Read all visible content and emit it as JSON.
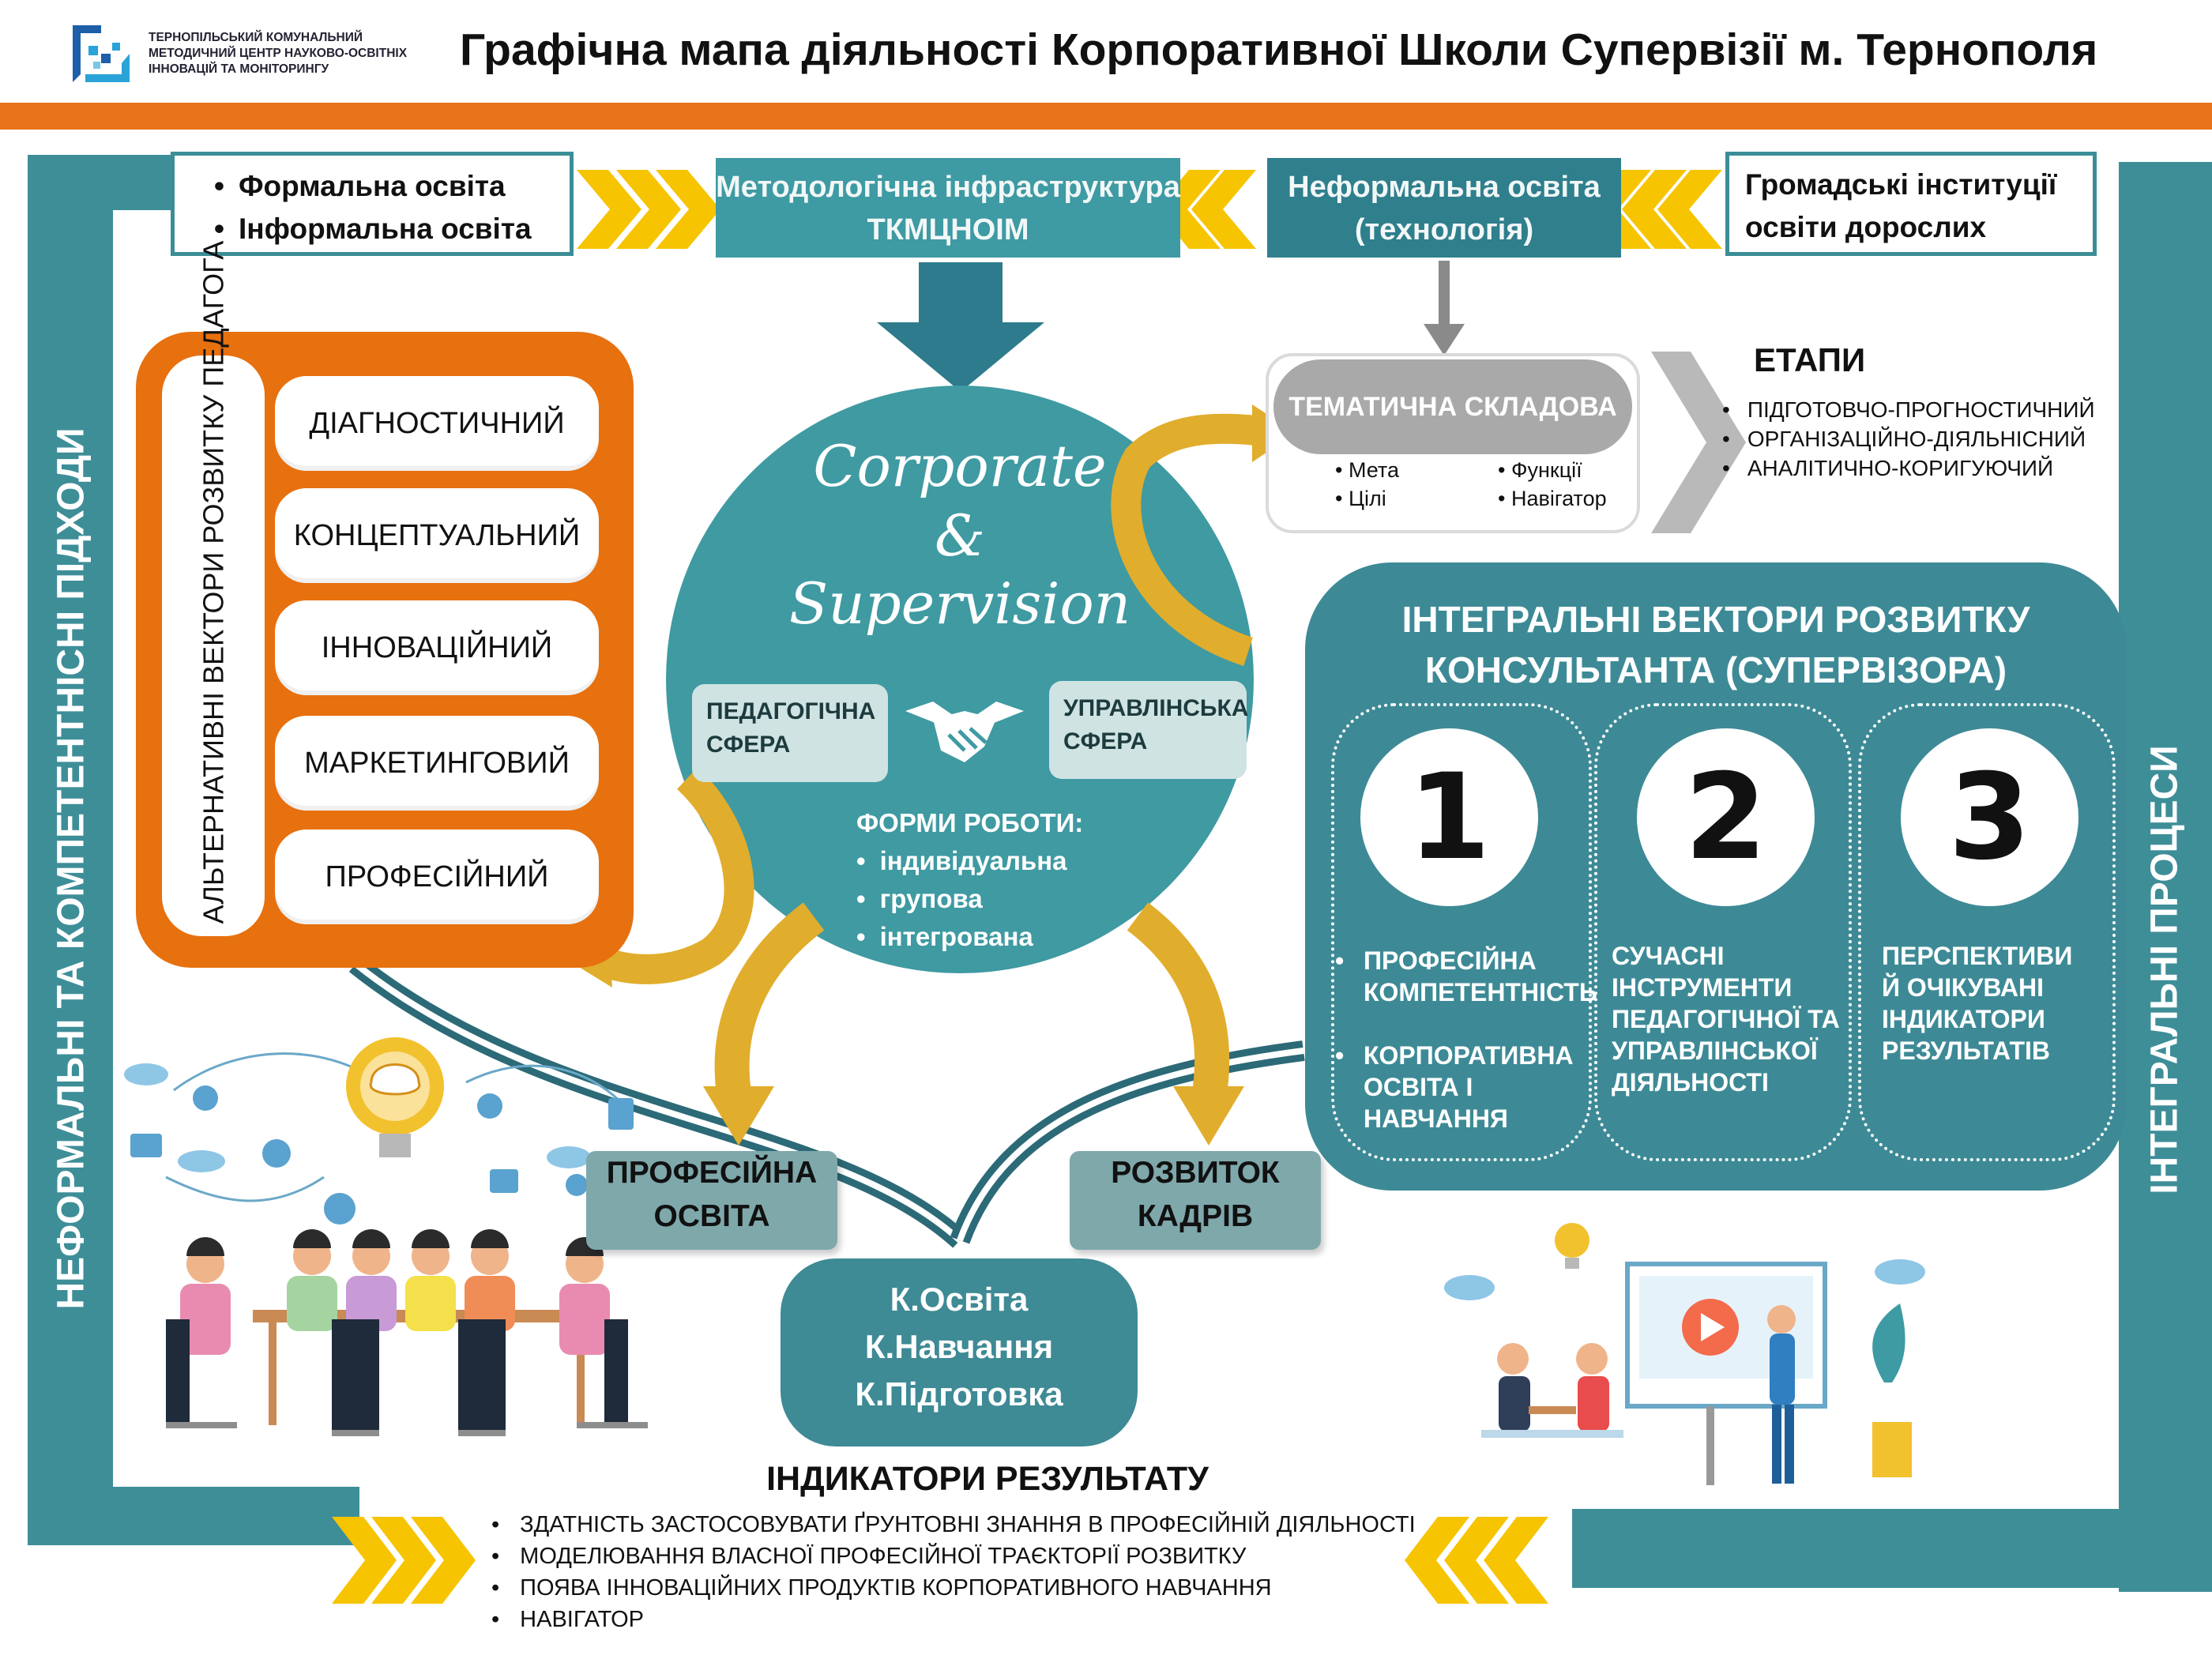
{
  "header": {
    "logo_lines": [
      "ТЕРНОПІЛЬСЬКИЙ КОМУНАЛЬНИЙ",
      "МЕТОДИЧНИЙ ЦЕНТР НАУКОВО-ОСВІТНІХ",
      "ІННОВАЦІЙ ТА МОНІТОРИНГУ"
    ],
    "title": "Графічна мапа діяльності Корпоративної Школи Супервізії м. Тернополя"
  },
  "top": {
    "education_types": [
      "Формальна освіта",
      "Інформальна освіта"
    ],
    "methodological": "Методологічна інфраструктура ТКМЦНОІМ",
    "nonformal": "Неформальна освіта (технологія)",
    "public_institutions": "Громадські інституції освіти дорослих"
  },
  "side_labels": {
    "left": "НЕФОРМАЛЬНІ ТА КОМПЕТЕНТНІСНІ ПІДХОДИ",
    "right": "ІНТЕГРАЛЬНІ ПРОЦЕСИ"
  },
  "alt_vectors": {
    "label": "Альтернативні вектори розвитку педагога",
    "items": [
      "Діагностичний",
      "Концептуальний",
      "Інноваційний",
      "Маркетинговий",
      "Професійний"
    ]
  },
  "center": {
    "title_line1": "Corporate",
    "title_line2": "&",
    "title_line3": "Supervision",
    "sphere_left": "ПЕДАГОГІЧНА СФЕРА",
    "sphere_right": "УПРАВЛІНСЬКА СФЕРА",
    "forms_title": "ФОРМИ РОБОТИ:",
    "forms": [
      "індивідуальна",
      "групова",
      "інтегрована"
    ]
  },
  "thematic": {
    "title": "Тематична складова",
    "bullets": [
      "Мета",
      "Функції",
      "Цілі",
      "Навігатор"
    ]
  },
  "stages": {
    "title": "Етапи",
    "items": [
      "Підготовчо-прогностичний",
      "Організаційно-діяльнісний",
      "Аналітично-коригуючий"
    ]
  },
  "integral": {
    "title_line1": "ІНТЕГРАЛЬНІ  ВЕКТОРИ РОЗВИТКУ",
    "title_line2": "КОНСУЛЬТАНТА  (СУПЕРВІЗОРА)",
    "columns": [
      {
        "number": "1",
        "items": [
          "ПРОФЕСІЙНА КОМПЕТЕНТНІСТЬ",
          "КОРПОРАТИВНА ОСВІТА І НАВЧАННЯ"
        ]
      },
      {
        "number": "2",
        "text": "СУЧАСНІ ІНСТРУМЕНТИ ПЕДАГОГІЧНОЇ ТА УПРАВЛІНСЬКОЇ ДІЯЛЬНОСТІ"
      },
      {
        "number": "3",
        "text": "ПЕРСПЕКТИВИ Й ОЧІКУВАНІ ІНДИКАТОРИ РЕЗУЛЬТАТІВ"
      }
    ]
  },
  "bottom": {
    "prof_education": "ПРОФЕСІЙНА ОСВІТА",
    "staff_development": "РОЗВИТОК КАДРІВ",
    "k_items": [
      "К.Освіта",
      "К.Навчання",
      "К.Підготовка"
    ],
    "indicators_title": "Індикатори результату",
    "indicators": [
      "Здатність застосовувати ґрунтовні знання в професійній діяльності",
      "Моделювання власної професійної траєкторії розвитку",
      "Поява інноваційних продуктів корпоративного навчання",
      "Навігатор"
    ]
  },
  "colors": {
    "teal": "#3e9aa3",
    "dark_teal": "#3d8a96",
    "orange": "#e7700f",
    "yellow": "#f5c400",
    "gold_arrow": "#e2ae2c"
  },
  "icons": [
    "logo-icon",
    "handshake-icon",
    "bulb-brain-icon",
    "meeting-people-illustration",
    "presentation-illustration",
    "chevron-arrows-icon"
  ]
}
